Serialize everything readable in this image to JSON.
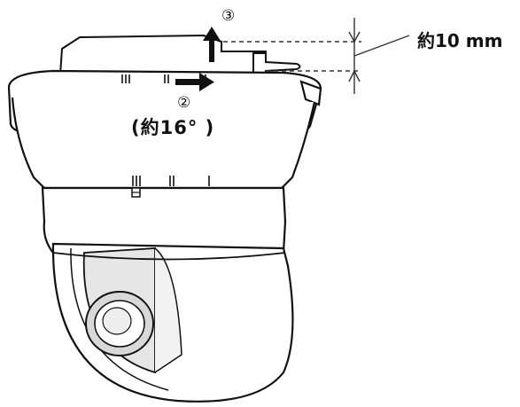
{
  "labels": {
    "step3": "③",
    "step2": "②",
    "angle": "(約16° )",
    "distance": "約10 mm"
  },
  "colors": {
    "stroke": "#111111",
    "fill": "#ffffff",
    "dashed": "#333333"
  },
  "icons": [
    "up-arrow-icon",
    "right-arrow-icon",
    "dimension-arrows-icon"
  ]
}
